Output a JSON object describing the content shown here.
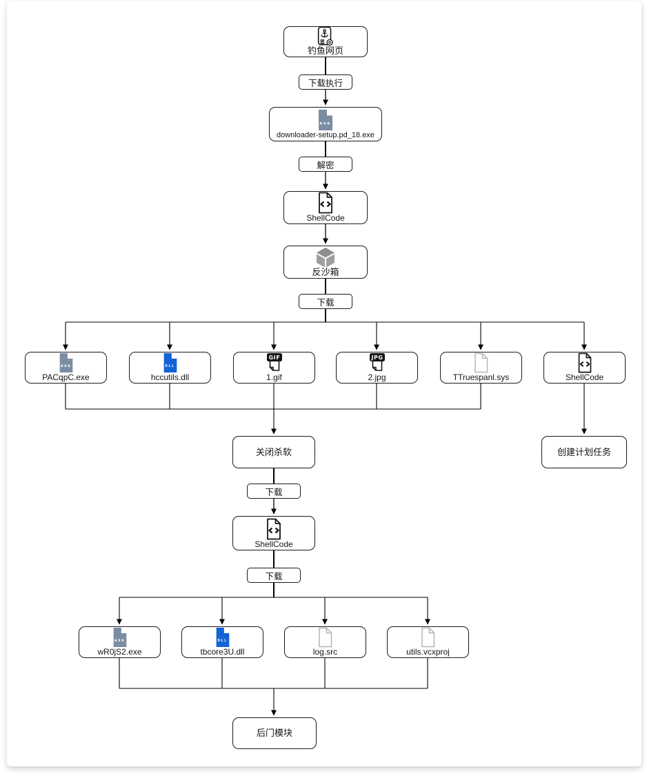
{
  "diagram": {
    "title": "malware-infection-chain-flowchart",
    "nodes": [
      {
        "id": "phishing-page",
        "label": "钓鱼网页",
        "icon": "phishing-page-icon"
      },
      {
        "id": "downloader",
        "label": "downloader-setup.pd_18.exe",
        "icon": "exe-file-icon"
      },
      {
        "id": "shellcode-1",
        "label": "ShellCode",
        "icon": "code-file-icon"
      },
      {
        "id": "anti-sandbox",
        "label": "反沙箱",
        "icon": "cube-icon"
      },
      {
        "id": "pacqpc-exe",
        "label": "PACqpC.exe",
        "icon": "exe-file-icon"
      },
      {
        "id": "hccutils-dll",
        "label": "hccutils.dll",
        "icon": "dll-file-icon"
      },
      {
        "id": "gif-1",
        "label": "1.gif",
        "icon": "gif-file-icon"
      },
      {
        "id": "jpg-2",
        "label": "2.jpg",
        "icon": "jpg-file-icon"
      },
      {
        "id": "ttruespanl-sys",
        "label": "TTruespanl.sys",
        "icon": "file-icon"
      },
      {
        "id": "shellcode-right",
        "label": "ShellCode",
        "icon": "code-file-icon"
      },
      {
        "id": "kill-av",
        "label": "关闭杀软",
        "icon": null
      },
      {
        "id": "create-scheduled-task",
        "label": "创建计划任务",
        "icon": null
      },
      {
        "id": "shellcode-2",
        "label": "ShellCode",
        "icon": "code-file-icon"
      },
      {
        "id": "wr0js2-exe",
        "label": "wR0jS2.exe",
        "icon": "exe-file-icon"
      },
      {
        "id": "tbcore3u-dll",
        "label": "tbcore3U.dll",
        "icon": "dll-file-icon"
      },
      {
        "id": "log-src",
        "label": "log.src",
        "icon": "file-icon"
      },
      {
        "id": "utils-vcxproj",
        "label": "utils.vcxproj",
        "icon": "file-icon"
      },
      {
        "id": "backdoor-module",
        "label": "后门模块",
        "icon": null
      }
    ],
    "edge_labels": [
      {
        "id": "download-execute",
        "label": "下载执行"
      },
      {
        "id": "decrypt",
        "label": "解密"
      },
      {
        "id": "download-1",
        "label": "下载"
      },
      {
        "id": "download-2",
        "label": "下载"
      },
      {
        "id": "download-3",
        "label": "下载"
      }
    ],
    "badges": {
      "exe": "exe",
      "dll": "DLL",
      "gif": "GIF",
      "jpg": "JPG"
    },
    "colors": {
      "exe_icon": "#7b8da3",
      "dll_icon": "#1163d6",
      "badge_dark": "#141414",
      "file_gray": "#b5b5b5",
      "cube_top": "#8e8e8e",
      "cube_side": "#9e9e9e",
      "line": "#000000",
      "node_border": "#1a1a1a"
    }
  }
}
